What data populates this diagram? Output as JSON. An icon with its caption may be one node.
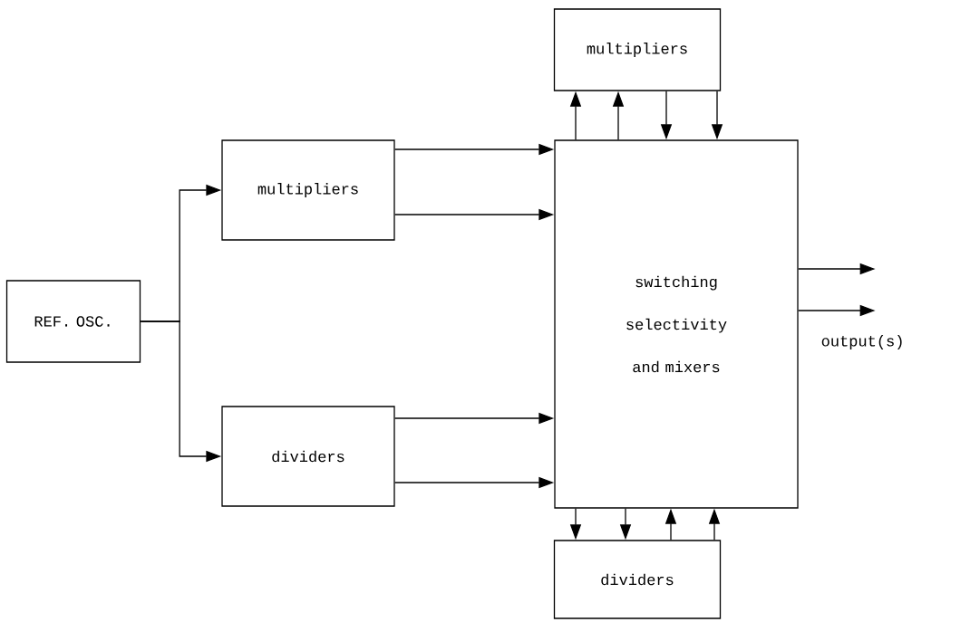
{
  "diagram": {
    "nodes": [
      {
        "text": [
          "REF. OSC."
        ]
      },
      {
        "text": [
          "multipliers"
        ]
      },
      {
        "text": [
          "dividers"
        ]
      },
      {
        "text": [
          "multipliers"
        ]
      },
      {
        "text": [
          "switching selectivity and mixers"
        ]
      },
      {
        "text": [
          "dividers"
        ]
      }
    ],
    "edges": [
      {
        "from": 0,
        "to": 1,
        "arrow": "to"
      },
      {
        "from": 0,
        "to": 2,
        "arrow": "to"
      },
      {
        "from": 1,
        "to": 4,
        "arrow": "to"
      },
      {
        "from": 1,
        "to": 4,
        "arrow": "to"
      },
      {
        "from": 2,
        "to": 4,
        "arrow": "to"
      },
      {
        "from": 2,
        "to": 4,
        "arrow": "to"
      },
      {
        "from": 4,
        "to": 3,
        "arrow": "to"
      },
      {
        "from": 4,
        "to": 3,
        "arrow": "to"
      },
      {
        "from": 3,
        "to": 4,
        "arrow": "to"
      },
      {
        "from": 3,
        "to": 4,
        "arrow": "to"
      },
      {
        "from": 4,
        "to": 5,
        "arrow": "to"
      },
      {
        "from": 4,
        "to": 5,
        "arrow": "to"
      },
      {
        "from": 5,
        "to": 4,
        "arrow": "to"
      },
      {
        "from": 5,
        "to": 4,
        "arrow": "to"
      },
      {
        "from": 4,
        "to": null,
        "arrow": "to"
      },
      {
        "from": 4,
        "to": null,
        "arrow": "to"
      }
    ],
    "labels": [
      "output(s)"
    ]
  }
}
